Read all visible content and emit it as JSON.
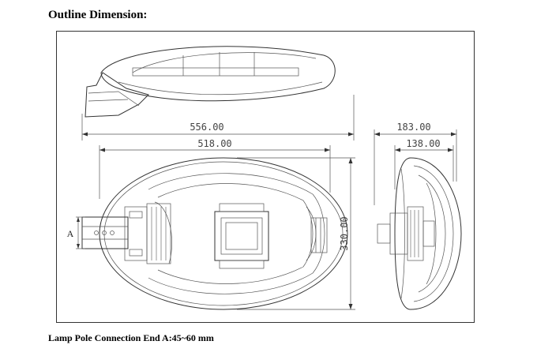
{
  "heading": "Outline Dimension:",
  "caption": "Lamp Pole Connection End A:45~60 mm",
  "dimensions": {
    "overall_length": "556.00",
    "inner_length": "518.00",
    "height": "330.00",
    "side_width": "183.00",
    "side_inner_width": "138.00",
    "pole_end_label": "A"
  }
}
